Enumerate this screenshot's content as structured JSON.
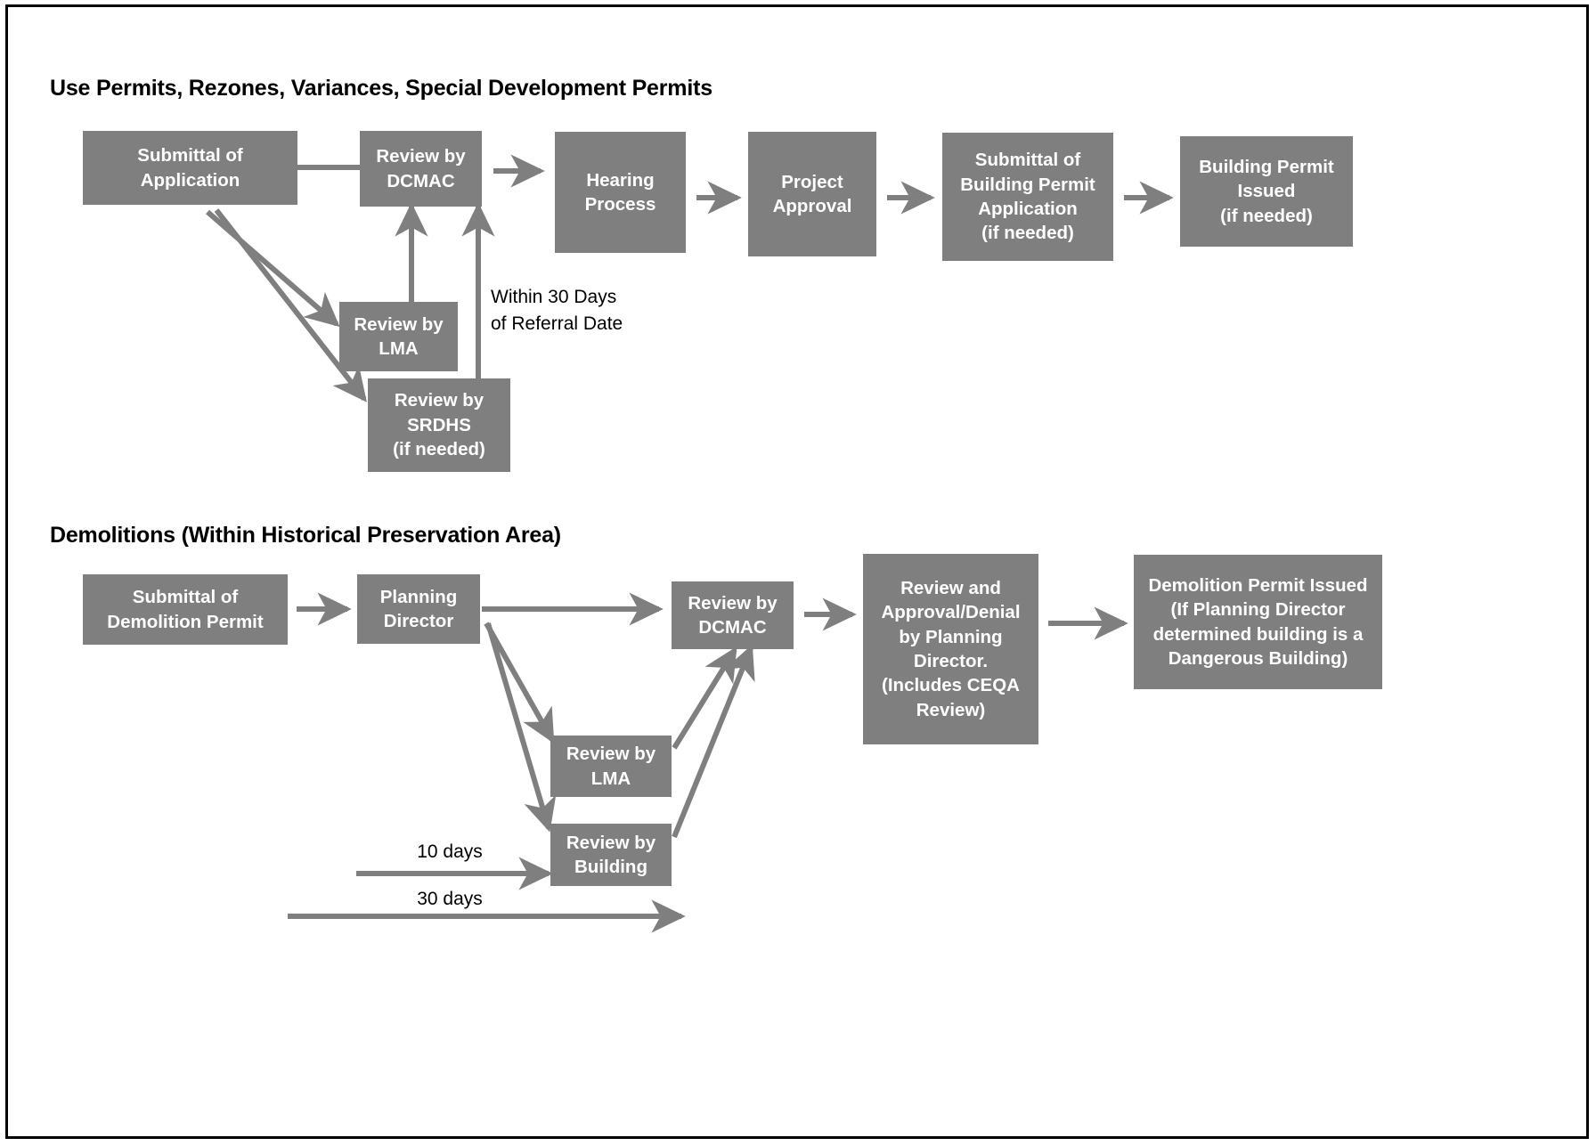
{
  "diagram": {
    "type": "flowchart",
    "background_color": "#ffffff",
    "node_fill": "#7f7f7f",
    "node_text_color": "#ffffff",
    "connector_color": "#7f7f7f",
    "border_color": "#000000"
  },
  "sections": [
    {
      "id": "use-permits",
      "title": "Use Permits, Rezones, Variances, Special Development Permits",
      "nodes": [
        {
          "id": "submittal-application",
          "label": "Submittal of\nApplication"
        },
        {
          "id": "review-dcmac-1",
          "label": "Review by\nDCMAC"
        },
        {
          "id": "hearing-process",
          "label": "Hearing\nProcess"
        },
        {
          "id": "project-approval",
          "label": "Project\nApproval"
        },
        {
          "id": "submittal-building-permit",
          "label": "Submittal of\nBuilding Permit\nApplication\n(if needed)"
        },
        {
          "id": "building-permit-issued",
          "label": "Building Permit\nIssued\n(if needed)"
        },
        {
          "id": "review-lma-1",
          "label": "Review by\nLMA"
        },
        {
          "id": "review-srdhs",
          "label": "Review by\nSRDHS\n(if needed)"
        }
      ],
      "edge_labels": [
        {
          "id": "within-30-days",
          "text": "Within 30 Days\nof Referral Date"
        }
      ],
      "edges": [
        {
          "from": "submittal-application",
          "to": "review-dcmac-1",
          "style": "straight-right"
        },
        {
          "from": "review-dcmac-1",
          "to": "hearing-process",
          "style": "straight-right"
        },
        {
          "from": "hearing-process",
          "to": "project-approval",
          "style": "straight-right"
        },
        {
          "from": "project-approval",
          "to": "submittal-building-permit",
          "style": "straight-right"
        },
        {
          "from": "submittal-building-permit",
          "to": "building-permit-issued",
          "style": "straight-right"
        },
        {
          "from": "submittal-application",
          "to": "review-lma-1",
          "style": "diagonal-down"
        },
        {
          "from": "submittal-application",
          "to": "review-srdhs",
          "style": "diagonal-down"
        },
        {
          "from": "review-lma-1",
          "to": "review-dcmac-1",
          "style": "straight-up"
        },
        {
          "from": "review-srdhs",
          "to": "review-dcmac-1",
          "style": "straight-up"
        }
      ]
    },
    {
      "id": "demolitions",
      "title": "Demolitions (Within Historical Preservation Area)",
      "nodes": [
        {
          "id": "submittal-demolition-permit",
          "label": "Submittal of\nDemolition Permit"
        },
        {
          "id": "planning-director",
          "label": "Planning\nDirector"
        },
        {
          "id": "review-dcmac-2",
          "label": "Review by\nDCMAC"
        },
        {
          "id": "review-approval-denial",
          "label": "Review and\nApproval/Denial\nby Planning\nDirector.\n(Includes CEQA\nReview)"
        },
        {
          "id": "demolition-permit-issued",
          "label": "Demolition Permit Issued\n(If Planning Director\ndetermined building is a\nDangerous Building)"
        },
        {
          "id": "review-lma-2",
          "label": "Review by\nLMA"
        },
        {
          "id": "review-building",
          "label": "Review by\nBuilding"
        }
      ],
      "edge_labels": [
        {
          "id": "ten-days",
          "text": "10 days"
        },
        {
          "id": "thirty-days",
          "text": "30 days"
        }
      ],
      "edges": [
        {
          "from": "submittal-demolition-permit",
          "to": "planning-director",
          "style": "straight-right"
        },
        {
          "from": "planning-director",
          "to": "review-dcmac-2",
          "style": "straight-right"
        },
        {
          "from": "review-dcmac-2",
          "to": "review-approval-denial",
          "style": "straight-right"
        },
        {
          "from": "review-approval-denial",
          "to": "demolition-permit-issued",
          "style": "straight-right"
        },
        {
          "from": "planning-director",
          "to": "review-lma-2",
          "style": "diagonal-down"
        },
        {
          "from": "planning-director",
          "to": "review-building",
          "style": "diagonal-down"
        },
        {
          "from": "review-lma-2",
          "to": "review-dcmac-2",
          "style": "diagonal-up"
        },
        {
          "from": "review-building",
          "to": "review-dcmac-2",
          "style": "diagonal-up"
        },
        {
          "from": "ten-days",
          "to": "review-building",
          "style": "timeline-right"
        },
        {
          "from": "thirty-days",
          "to": null,
          "style": "timeline-right"
        }
      ]
    }
  ]
}
